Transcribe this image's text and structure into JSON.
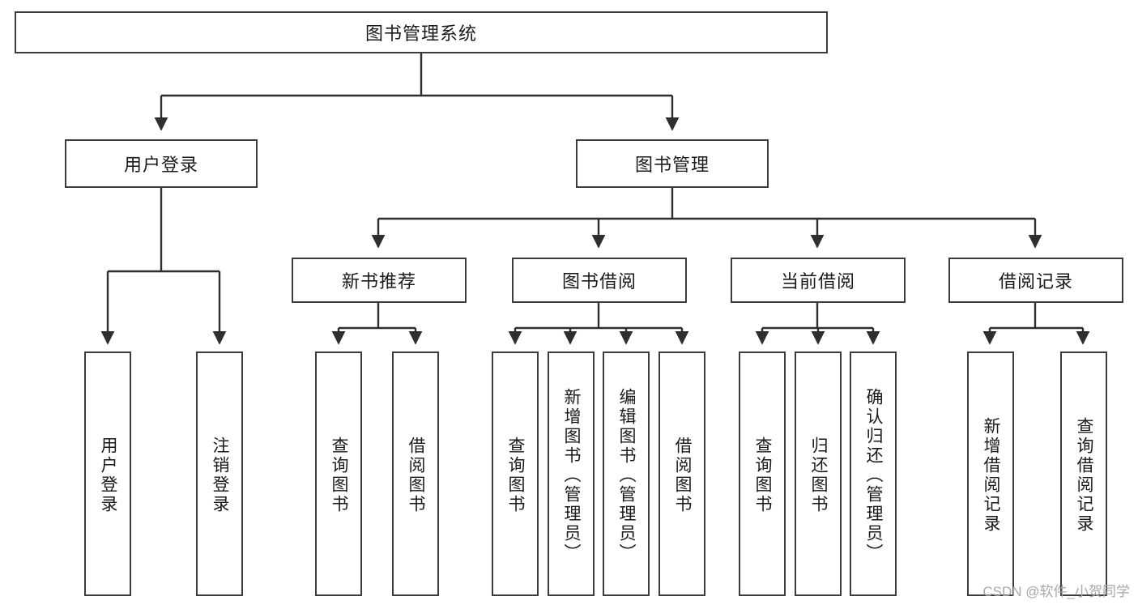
{
  "diagram": {
    "title": "图书管理系统",
    "watermark": "CSDN @软件_小贺同学",
    "stroke_color": "#3c3c3c",
    "text_color": "#1a1a1a",
    "background_color": "#ffffff"
  },
  "root": {
    "label": "图书管理系统"
  },
  "level1": [
    {
      "label": "用户登录"
    },
    {
      "label": "图书管理"
    }
  ],
  "level2": [
    {
      "label": "新书推荐"
    },
    {
      "label": "图书借阅"
    },
    {
      "label": "当前借阅"
    },
    {
      "label": "借阅记录"
    }
  ],
  "leaves": {
    "user_login": [
      {
        "label": "用户登录"
      },
      {
        "label": "注销登录"
      }
    ],
    "new_book_recommend": [
      {
        "label": "查询图书"
      },
      {
        "label": "借阅图书"
      }
    ],
    "book_borrow": [
      {
        "label": "查询图书"
      },
      {
        "label": "新增图书（管理员）"
      },
      {
        "label": "编辑图书（管理员）"
      },
      {
        "label": "借阅图书"
      }
    ],
    "current_borrow": [
      {
        "label": "查询图书"
      },
      {
        "label": "归还图书"
      },
      {
        "label": "确认归还（管理员）"
      }
    ],
    "borrow_record": [
      {
        "label": "新增借阅记录"
      },
      {
        "label": "查询借阅记录"
      }
    ]
  }
}
